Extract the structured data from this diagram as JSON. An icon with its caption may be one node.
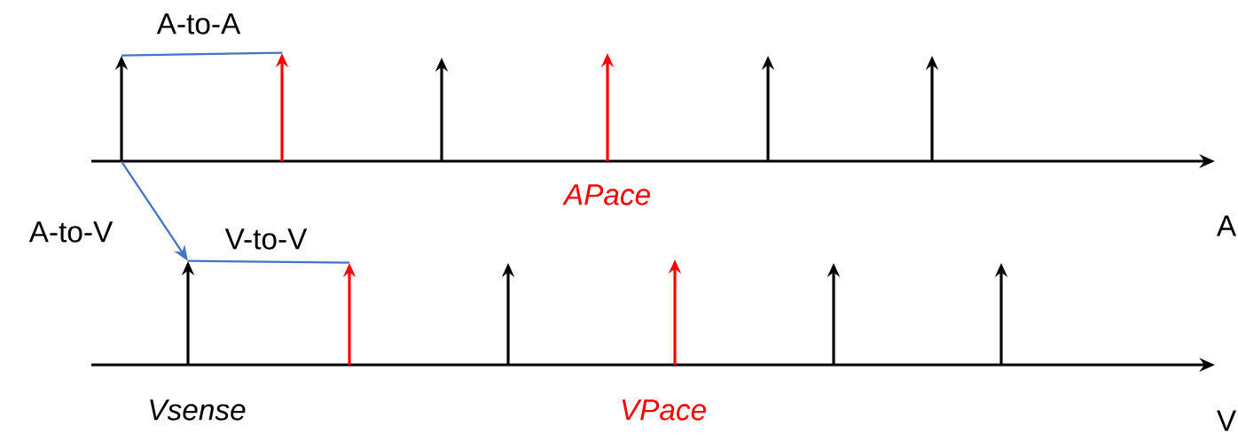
{
  "diagram": {
    "nodes": [
      {
        "text": [],
        "shape": "bar"
      },
      {
        "text": [],
        "shape": "bar"
      },
      {
        "text": [],
        "shape": "bar"
      },
      {
        "text": [],
        "shape": "bar"
      },
      {
        "text": [],
        "shape": "bar"
      },
      {
        "text": [],
        "shape": "bar"
      },
      {
        "text": [],
        "shape": "bar"
      },
      {
        "text": [],
        "shape": "bar"
      },
      {
        "text": [],
        "shape": "bar"
      },
      {
        "text": [],
        "shape": "bar"
      },
      {
        "text": [],
        "shape": "bar"
      },
      {
        "text": [],
        "shape": "bar"
      }
    ],
    "edges": [
      {
        "from": 0,
        "to": 1,
        "arrow": "none",
        "label": "A-to-A"
      },
      {
        "from": 0,
        "to": 6,
        "arrow": "to",
        "label": "A-to-V"
      },
      {
        "from": 6,
        "to": 7,
        "arrow": "none",
        "label": "V-to-V"
      }
    ],
    "labels": [
      "APace",
      "A",
      "Vsense",
      "VPace",
      "V"
    ]
  }
}
